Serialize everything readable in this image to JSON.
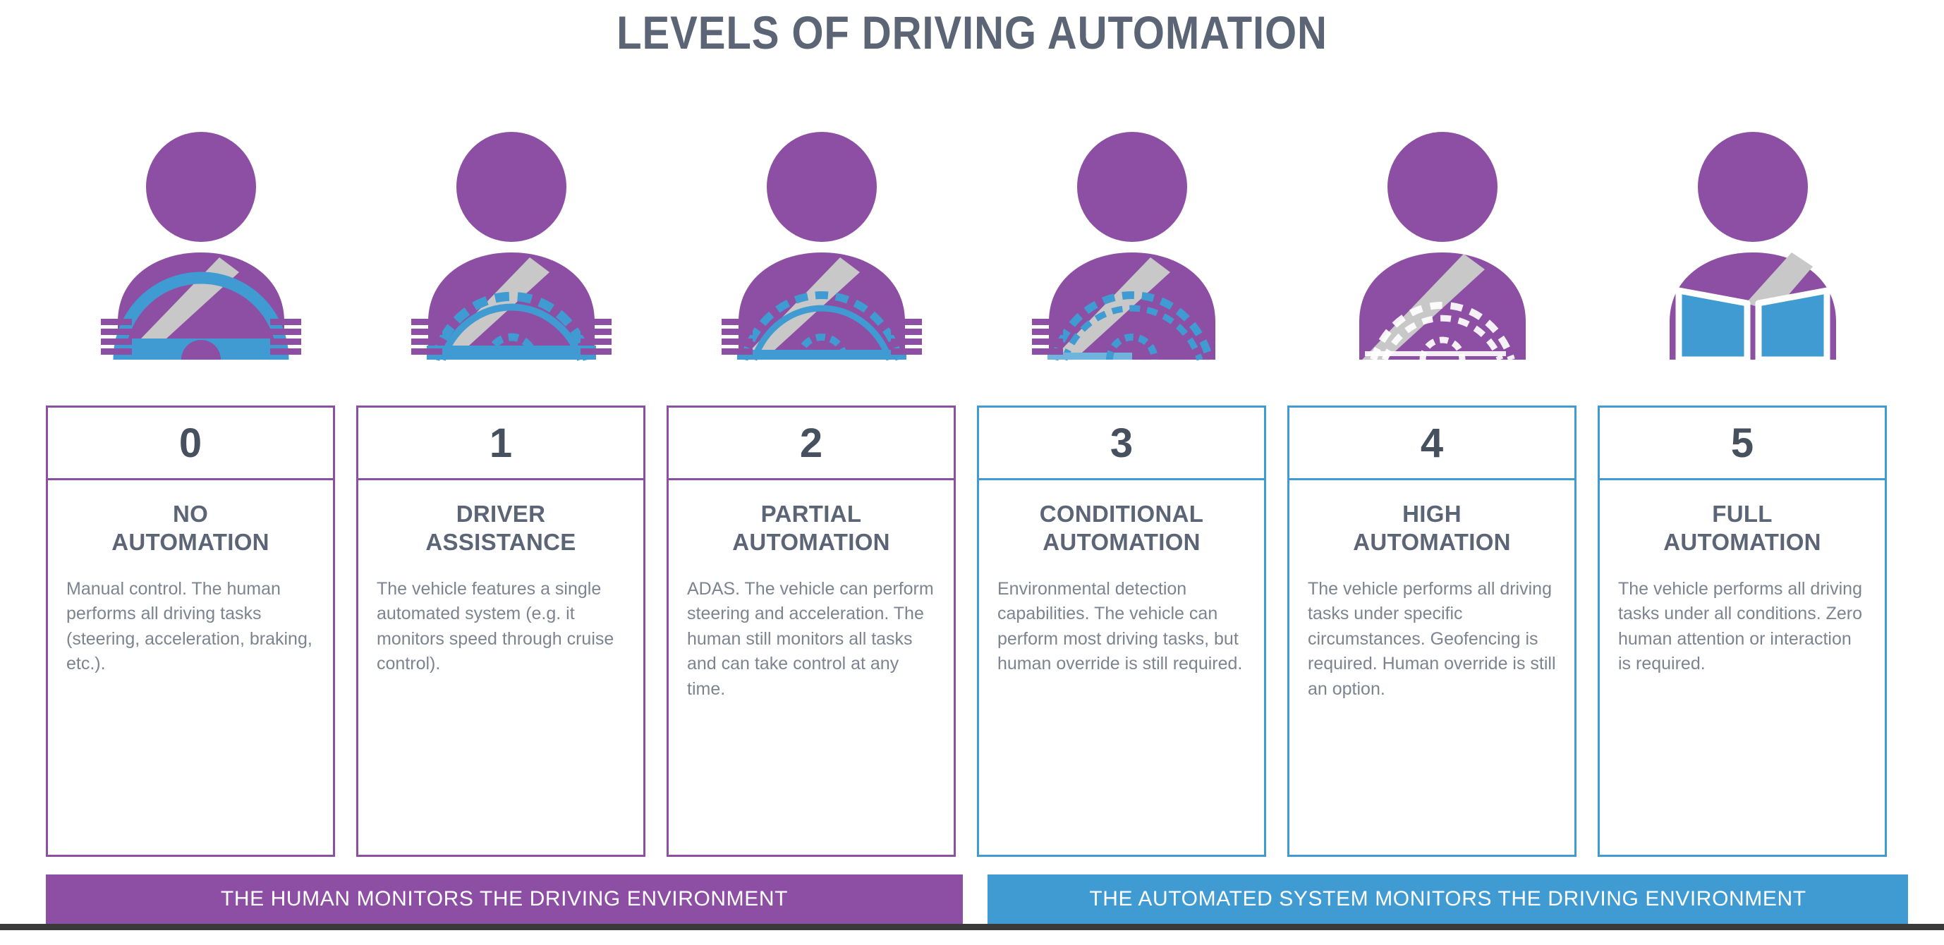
{
  "title": "LEVELS OF DRIVING AUTOMATION",
  "colors": {
    "purple": "#8d4fa3",
    "blue": "#3f9bd1",
    "title_gray": "#5b6575",
    "body_gray": "#7d8490",
    "seatbelt_gray": "#c8c8c8"
  },
  "levels": [
    {
      "number": "0",
      "name": "NO\nAUTOMATION",
      "name_line1": "NO",
      "name_line2": "AUTOMATION",
      "description": "Manual control. The human performs all driving tasks (steering, acceleration, braking, etc.).",
      "accent": "purple",
      "icon": "driver-hands-on-solid-wheel-icon"
    },
    {
      "number": "1",
      "name": "DRIVER\nASSISTANCE",
      "name_line1": "DRIVER",
      "name_line2": "ASSISTANCE",
      "description": "The vehicle features a single automated system (e.g. it monitors speed through cruise control).",
      "accent": "purple",
      "icon": "driver-hands-on-dashed-wheel-icon"
    },
    {
      "number": "2",
      "name": "PARTIAL\nAUTOMATION",
      "name_line1": "PARTIAL",
      "name_line2": "AUTOMATION",
      "description": "ADAS. The vehicle can perform steering and acceleration. The human still monitors all tasks and can take control at any time.",
      "accent": "purple",
      "icon": "driver-hands-on-dashed-wheel-icon"
    },
    {
      "number": "3",
      "name": "CONDITIONAL\nAUTOMATION",
      "name_line1": "CONDITIONAL",
      "name_line2": "AUTOMATION",
      "description": "Environmental detection capabilities. The vehicle can perform most driving tasks, but human override is still required.",
      "accent": "blue",
      "icon": "driver-one-hand-dashed-wheel-icon"
    },
    {
      "number": "4",
      "name": "HIGH\nAUTOMATION",
      "name_line1": "HIGH",
      "name_line2": "AUTOMATION",
      "description": "The vehicle performs all driving tasks under specific circumstances. Geofencing is required. Human override is still an option.",
      "accent": "blue",
      "icon": "driver-hands-off-ghost-wheel-icon"
    },
    {
      "number": "5",
      "name": "FULL\nAUTOMATION",
      "name_line1": "FULL",
      "name_line2": "AUTOMATION",
      "description": "The vehicle performs all driving tasks under all conditions. Zero human attention or interaction is required.",
      "accent": "blue",
      "icon": "passenger-reading-book-icon"
    }
  ],
  "banners": [
    {
      "id": "human",
      "label": "THE HUMAN MONITORS THE DRIVING ENVIRONMENT",
      "accent": "purple"
    },
    {
      "id": "automated",
      "label": "THE AUTOMATED SYSTEM MONITORS THE DRIVING ENVIRONMENT",
      "accent": "blue"
    }
  ]
}
